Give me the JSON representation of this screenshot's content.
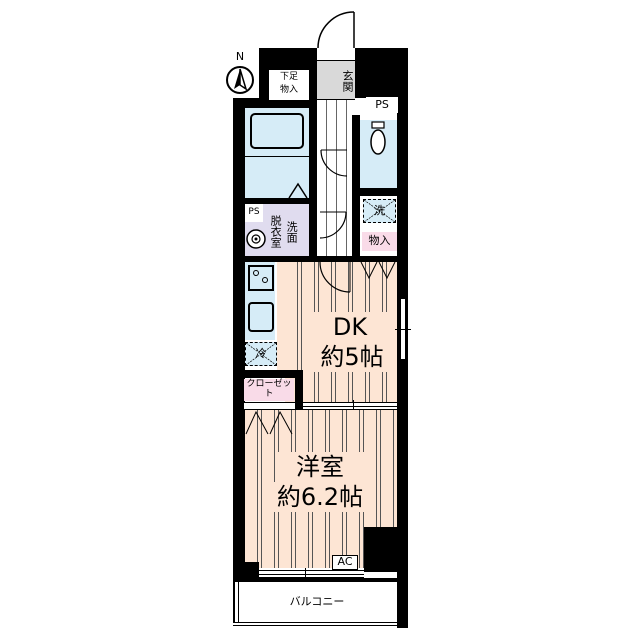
{
  "floorplan": {
    "compass": {
      "label": "N",
      "icon": "north-arrow-icon"
    },
    "rooms": {
      "entrance": {
        "label": "玄関"
      },
      "shoe_storage": {
        "label": "下足\n物入",
        "line1": "下足",
        "line2": "物入"
      },
      "ps_top": {
        "label": "PS"
      },
      "ps_left": {
        "label": "PS"
      },
      "toilet": {
        "label": ""
      },
      "bath": {
        "label": ""
      },
      "washroom": {
        "col1": "脱衣室",
        "col2": "洗面"
      },
      "washer": {
        "label": "洗"
      },
      "storage": {
        "label": "物入"
      },
      "fridge": {
        "label": "冷"
      },
      "dk": {
        "line1": "DK",
        "line2": "約5帖"
      },
      "closet": {
        "label": "クローゼット"
      },
      "western_room": {
        "line1": "洋室",
        "line2": "約6.2帖"
      },
      "ac": {
        "label": "AC"
      },
      "balcony": {
        "label": "バルコニー"
      }
    },
    "colors": {
      "wall": "#000000",
      "floor": "#fde5d4",
      "wet_area": "#d6ecf7",
      "utility": "#e0dcef",
      "storage": "#f9dbe8",
      "entrance": "#d9d9d9"
    }
  }
}
